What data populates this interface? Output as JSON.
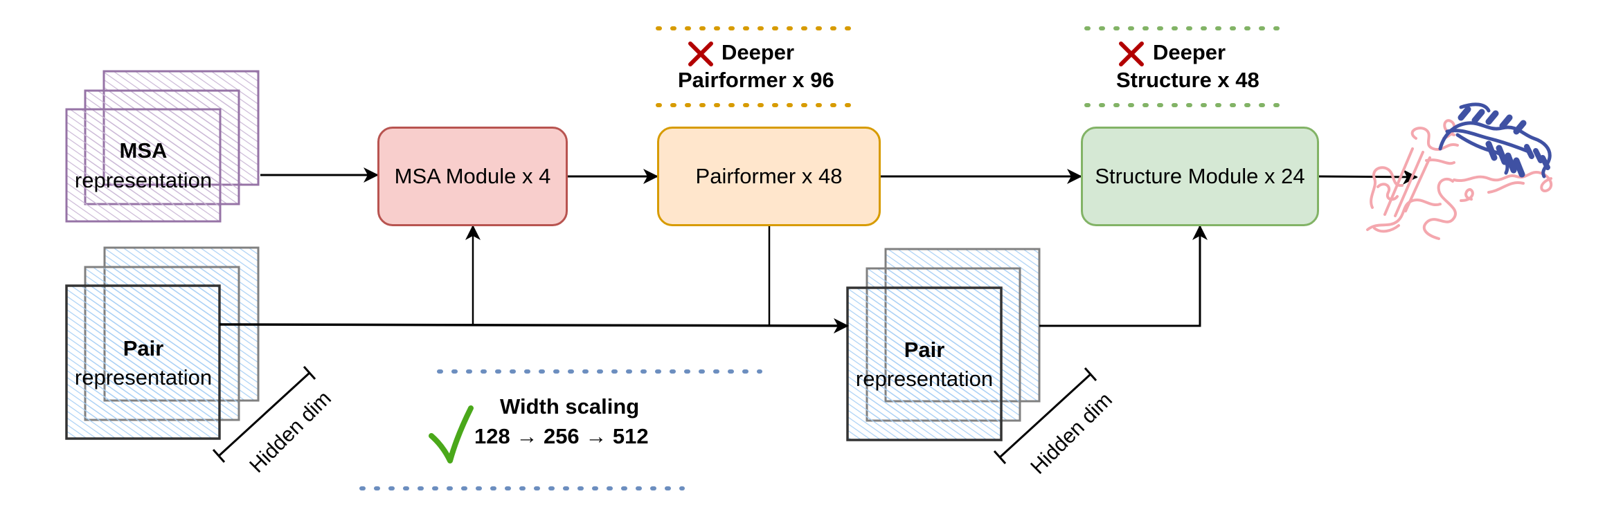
{
  "title": "AlphaFold-style architecture scaling diagram",
  "representations": {
    "msa": {
      "bold": "MSA",
      "sub": "representation"
    },
    "pair_in": {
      "bold": "Pair",
      "sub": "representation"
    },
    "pair_out": {
      "bold": "Pair",
      "sub": "representation"
    }
  },
  "modules": {
    "msa": {
      "label": "MSA Module x 4"
    },
    "pairformer": {
      "label": "Pairformer x 48"
    },
    "structure": {
      "label": "Structure Module x 24"
    }
  },
  "annotations": {
    "deeper_pairformer": {
      "icon": "cross-icon",
      "line1": "Deeper",
      "line2": "Pairformer x 96",
      "status": "rejected"
    },
    "deeper_structure": {
      "icon": "cross-icon",
      "line1": "Deeper",
      "line2": "Structure x 48",
      "status": "rejected"
    },
    "width_scaling": {
      "icon": "check-icon",
      "line1": "Width scaling",
      "line2": "128 → 256 → 512",
      "status": "accepted",
      "values": [
        128,
        256,
        512
      ]
    }
  },
  "hidden_dim_label": "Hidden dim",
  "output": {
    "image": "protein-structure-icon"
  },
  "colors": {
    "msa_stroke": "#9673a6",
    "msa_hatch": "#cbb8d6",
    "pair_hatch": "#a9d0f5",
    "msa_module_fill": "#f8cecc",
    "msa_module_stroke": "#b85450",
    "pairformer_fill": "#ffe6cc",
    "pairformer_stroke": "#d79b00",
    "structure_fill": "#d5e8d4",
    "structure_stroke": "#82b366",
    "width_dots": "#6c8ebf",
    "cross": "#b20000",
    "check": "#4aa81a",
    "protein_chain_a": "#f4a7ae",
    "protein_chain_b": "#3f51a3"
  }
}
